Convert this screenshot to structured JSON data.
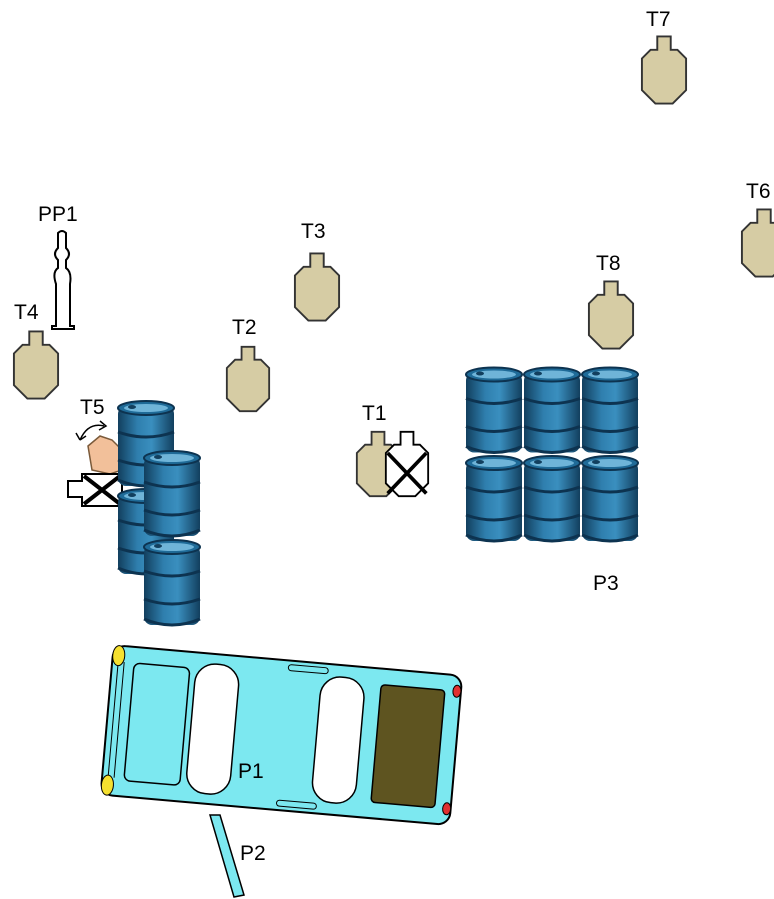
{
  "stage": {
    "targets": [
      {
        "id": "t1",
        "label": "T1",
        "kind": "overlap-with-nonthreat"
      },
      {
        "id": "t2",
        "label": "T2",
        "kind": "paper"
      },
      {
        "id": "t3",
        "label": "T3",
        "kind": "paper"
      },
      {
        "id": "t4",
        "label": "T4",
        "kind": "paper"
      },
      {
        "id": "t5",
        "label": "T5",
        "kind": "swinger-with-nonthreat"
      },
      {
        "id": "t6",
        "label": "T6",
        "kind": "paper"
      },
      {
        "id": "t7",
        "label": "T7",
        "kind": "paper"
      },
      {
        "id": "t8",
        "label": "T8",
        "kind": "paper"
      }
    ],
    "popper": {
      "label": "PP1"
    },
    "props": {
      "car": {
        "label": "P1"
      },
      "pole": {
        "label": "P2"
      },
      "barrels": {
        "label": "P3"
      }
    }
  },
  "colors": {
    "target_fill": "#d6cca4",
    "target_stroke": "#333333",
    "barrel_dark": "#1e5c84",
    "barrel_light": "#3b88b4",
    "car_body": "#7ce8f0",
    "car_hood": "#5e5420",
    "activator": "#f2c09a"
  },
  "icons": {
    "target": "ipsc-paper-target-icon",
    "nonthreat": "no-shoot-target-icon",
    "popper": "popper-target-icon",
    "barrel": "oil-barrel-icon",
    "car": "car-prop-icon",
    "swing": "swing-arrow-icon"
  }
}
